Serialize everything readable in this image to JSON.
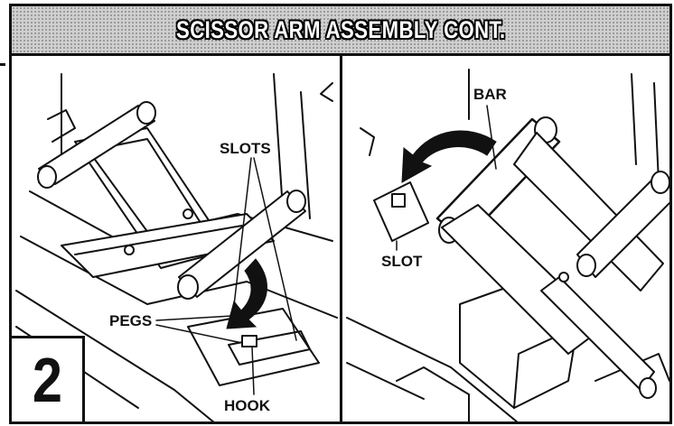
{
  "header": {
    "title": "SCISSOR ARM ASSEMBLY CONT."
  },
  "step": {
    "number": "2"
  },
  "left_panel": {
    "labels": {
      "slots": "SLOTS",
      "pegs": "PEGS",
      "hook": "HOOK"
    }
  },
  "right_panel": {
    "labels": {
      "bar": "BAR",
      "slot": "SLOT"
    }
  }
}
